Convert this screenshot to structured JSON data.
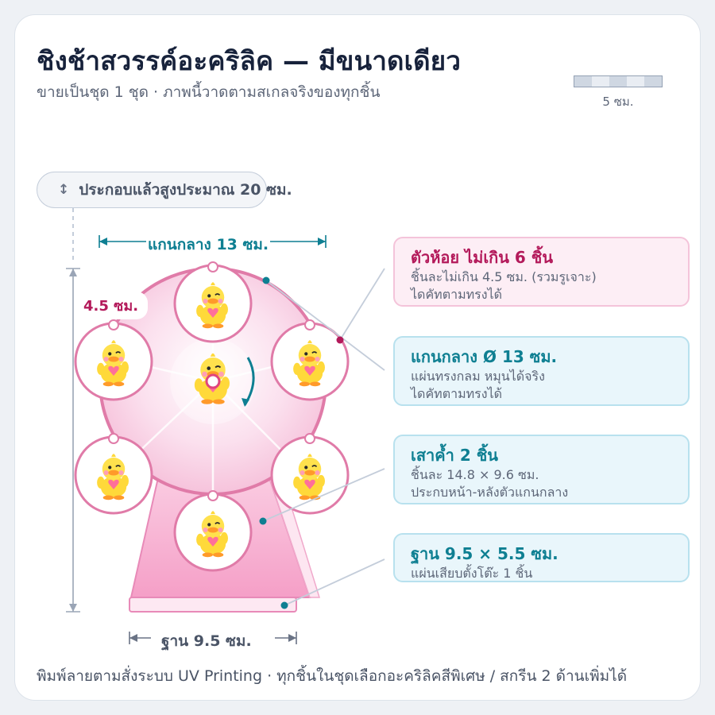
{
  "header": {
    "title": "ชิงช้าสวรรค์อะคริลิค — มีขนาดเดียว",
    "subtitle": "ขายเป็นชุด 1 ชุด · ภาพนี้วาดตามสเกลจริงของทุกชิ้น"
  },
  "scale": {
    "label": "5 ซม."
  },
  "height_pill": {
    "arrow": "↕",
    "label": "ประกอบแล้วสูงประมาณ 20 ซม."
  },
  "labels": {
    "hub_width": "แกนกลาง 13 ซม.",
    "charm_size": "4.5 ซม.",
    "base_width": "ฐาน 9.5 ซม."
  },
  "callouts": {
    "charms": {
      "title": "ตัวห้อย ไม่เกิน 6 ชิ้น",
      "line1": "ชิ้นละไม่เกิน 4.5 ซม. (รวมรูเจาะ)",
      "line2": "ไดคัทตามทรงได้"
    },
    "hub": {
      "title": "แกนกลาง Ø 13 ซม.",
      "line1": "แผ่นทรงกลม หมุนได้จริง",
      "line2": "ไดคัทตามทรงได้"
    },
    "posts": {
      "title": "เสาค้ำ 2 ชิ้น",
      "line1": "ชิ้นละ 14.8 × 9.6 ซม.",
      "line2": "ประกบหน้า-หลังตัวแกนกลาง"
    },
    "base": {
      "title": "ฐาน 9.5 × 5.5 ซม.",
      "line1": "แผ่นเสียบตั้งโต๊ะ 1 ชิ้น"
    }
  },
  "footer": {
    "text": "พิมพ์ลายตามสั่งระบบ UV Printing · ทุกชิ้นในชุดเลือกอะคริลิคสีพิเศษ / สกรีน 2 ด้านเพิ่มได้"
  },
  "colors": {
    "accent_pink": "#b3195a",
    "accent_teal": "#0e7f92",
    "wheel_pink": "#f7c3dc",
    "ring_pink": "#e07ba8"
  },
  "icons": {
    "charm": "duck-charm-icon",
    "rotate": "rotate-arrow-icon",
    "height": "vertical-arrows-icon"
  }
}
